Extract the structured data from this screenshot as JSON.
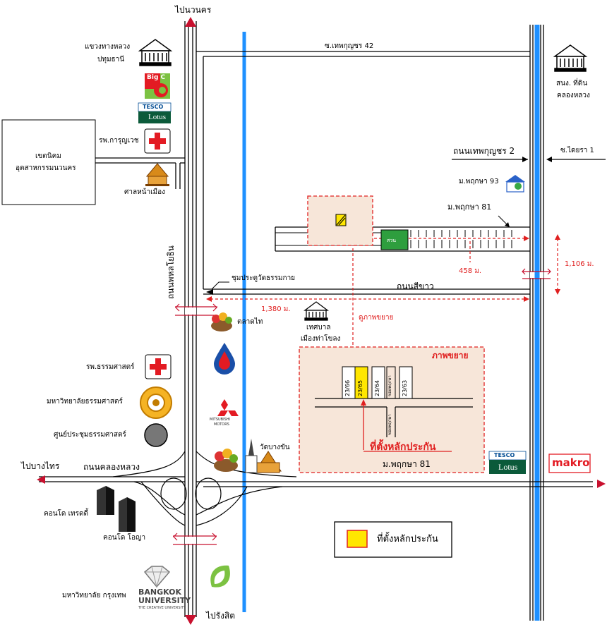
{
  "directions": {
    "north": "ไปนวนคร",
    "south": "ไปรังสิต",
    "west": "ไปบางไทร"
  },
  "roads": {
    "soi_top": "ซ.เทพกุญชร 42",
    "thepkunchon2": "ถนนเทพกุญชร 2",
    "soi_right": "ซ.ไดยรา 1",
    "phahonyothin": "ถนนพหลโยธิน",
    "siew": "ถนนสีขาว",
    "khlong_luang": "ถนนคลองหลวง",
    "community_road": "ชุมประตูวัดธรรมกาย"
  },
  "villages": {
    "m93": "ม.พฤกษา 93",
    "m81": "ม.พฤกษา 81",
    "m81_zoom": "ม.พฤกษา 81"
  },
  "distances": {
    "d458": "458 ม.",
    "d1106": "1,106 ม.",
    "d1380": "1,380 ม."
  },
  "places": {
    "highway_dept": [
      "แขวงทางหลวง",
      "ปทุมธานี"
    ],
    "industrial_estate": [
      "เขตนิคม",
      "อุตสาหกรรมนวนคร"
    ],
    "hospital_karun": "รพ.การุญเวช",
    "shrine": "ศาลหน้าเมือง",
    "hospital_thammasat": "รพ.ธรรมศาสตร์",
    "univ_thammasat": "มหาวิทยาลัยธรรมศาสตร์",
    "convention_thammasat": "ศูนย์ประชุมธรรมศาสตร์",
    "condo_trendy": "คอนโด เทรดดี้",
    "condo_oyaya": "คอนโด โอญา",
    "bangkok_univ": "มหาวิทยาลัย กรุงเทพ",
    "market": "ตลาดไท",
    "municipality": [
      "เทศบาล",
      "เมืองท่าโขลง"
    ],
    "temple": "วัดบางขัน",
    "land_office": [
      "สนง. ที่ดิน",
      "คลองหลวง"
    ],
    "park": "สวน"
  },
  "logos": {
    "big_c": "Big C",
    "tesco": "TESCO",
    "lotus": "Lotus",
    "makro": "makro",
    "bu_line1": "BANGKOK",
    "bu_line2": "UNIVERSITY",
    "bu_tag": "THE CREATIVE UNIVERSITY",
    "mitsubishi": [
      "MITSUBISHI",
      "MOTORS"
    ]
  },
  "zoom": {
    "title": "ภาพขยาย",
    "link_label": "ดูภาพขยาย",
    "plots": [
      "23/66",
      "23/65",
      "23/64",
      "23/63"
    ],
    "side_road": "ซอยพฤกษา",
    "collateral_label": "ที่ตั้งหลักประกัน"
  },
  "legend": {
    "label": "ที่ตั้งหลักประกัน"
  },
  "colors": {
    "road_black": "#000000",
    "canal_blue": "#1e90ff",
    "highlight_red": "#e02020",
    "collateral_yellow": "#ffe600",
    "zoom_fill": "#f7e6d9",
    "park_green": "#2e9e3e"
  }
}
